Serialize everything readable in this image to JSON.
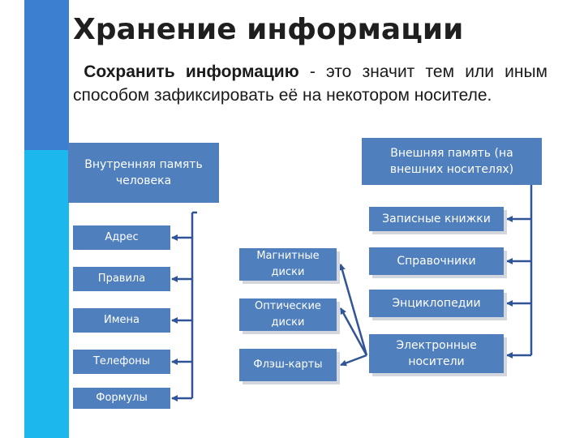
{
  "slide": {
    "title": "Хранение информации",
    "intro_bold": "Сохранить информацию",
    "intro_rest": " - это значит тем или иным способом зафиксировать её на некотором носителе."
  },
  "diagram": {
    "internal_memory": "Внутренняя память человека",
    "external_memory": "Внешняя память (на внешних носителях)",
    "internal_items": [
      "Адрес",
      "Правила",
      "Имена",
      "Телефоны",
      "Формулы"
    ],
    "digital_media": [
      "Магнитные диски",
      "Оптические диски",
      "Флэш-карты"
    ],
    "external_items": [
      "Записные книжки",
      "Справочники",
      "Энциклопедии",
      "Электронные носители"
    ]
  },
  "colors": {
    "box": "#4f7fbd",
    "line": "#2f5597",
    "sidebar_top": "#3a7fd0",
    "sidebar_bottom": "#1cb7ec"
  }
}
